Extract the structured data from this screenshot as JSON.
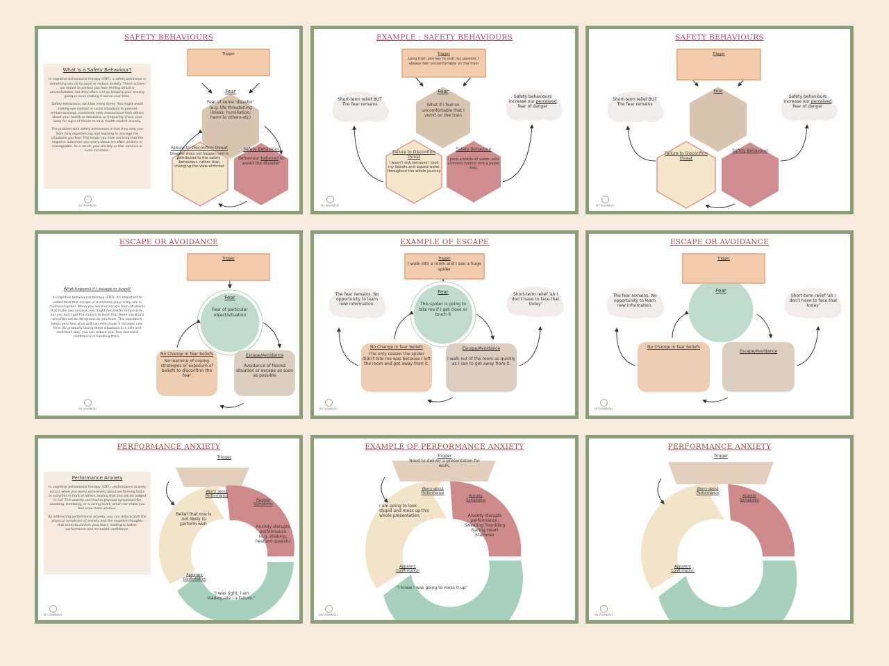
{
  "logo_text": "MY MAMMAH",
  "cards": {
    "sb_blank_a": {
      "title": "SAFETY BEHAVIOURS",
      "trigger_label": "Trigger",
      "panel_heading": "What is a Safety Behaviour?",
      "panel_p1": "In cognitive behavioural therapy (CBT), a safety behaviour is something you do to avoid or reduce anxiety. These actions are meant to protect you from feeling afraid or uncomfortable, but they often end up keeping your anxiety going or even making it worse over time.",
      "panel_p2": "Safety behaviours can take many forms. You might avoid making eye contact in social situations to prevent embarrassment, constantly seek reassurance from others about your health or decisions, or frequently check your body for signs of illness to ease health-related anxiety.",
      "panel_p3": "The problem with safety behaviours is that they stop you from fully experiencing and learning to manage the situations you fear. This keeps you from realising that the negative outcomes you worry about are often unlikely or manageable. As a result, your anxiety or fear remains or even increases.",
      "fear_label": "Fear",
      "fear_text": "Fear of some 'disaster' (e.g. life threatening illness; humiliation; harm to others etc)",
      "failure_label": "Failure to Disconfirm threat",
      "failure_text": "Disaster does not happen and is attributed to the safety behaviour, rather than changing the view of threat",
      "safety_label": "Safety Behaviour",
      "safety_text_pre": "Behaviour ",
      "safety_text_ul": "believed",
      "safety_text_post": " to avoid the disaster"
    },
    "sb_example": {
      "title": "EXAMPLE : SAFETY BEHAVIOURS",
      "trigger_label": "Trigger",
      "trigger_text": "Long train journey to visit my parents. I always feel uncomfortable on the train",
      "left_cloud": "Short-term relief BUT The fear remains",
      "right_cloud_pre": "Safety behaviours increase our ",
      "right_cloud_ul": "perceived",
      "right_cloud_post": " fear of danger",
      "fear_label": "Fear",
      "fear_text": "What if I feel so uncomfortable that I vomit on the train",
      "failure_label": "Failure to Disconfirm threat",
      "failure_text": "I wasn't sick because I took my tablets and sipped water throughout the whole journey",
      "safety_label": "Safety Behaviour",
      "safety_text": "I pack a bottle of water, anti-sickness tablets and a paper bag."
    },
    "sb_blank_b": {
      "title": "SAFETY BEHAVIOURS",
      "trigger_label": "Trigger",
      "left_cloud": "Short-term relief BUT The fear remains",
      "right_cloud_pre": "Safety behaviours increase our ",
      "right_cloud_ul": "perceived",
      "right_cloud_post": " fear of danger",
      "fear_label": "Fear",
      "failure_label": "Failure to Disconfirm threat",
      "safety_label": "Safety Behaviour"
    },
    "ea_blank_a": {
      "title": "ESCAPE OR AVOIDANCE",
      "trigger_label": "Trigger",
      "panel_heading": "What happens if I escape or avoid?",
      "panel_p1": "In cognitive behavioural therapy (CBT), it's important to understand that escape or avoidance plays a big role in maintaining fear. When you avoid or escape from situations that make you anxious, you might feel better temporarily, but you don't get the chance to learn that these situations are often not as dangerous as you think. This avoidance keeps your fear alive and can even make it stronger over time. By gradually facing these situations in a safe and controlled way, you can reduce your fear and build confidence in handling them.",
      "fear_label": "Fear",
      "fear_text": "Fear of particular object/situation",
      "nochange_label": "No Change in fear beliefs",
      "nochange_text": "No learning of coping strategies or exposure of beliefs to disconfirm the fear",
      "escape_label": "Escape/Avoidance",
      "escape_text": "Avoidance of feared situation or escape as soon as possible"
    },
    "ea_example": {
      "title": "EXAMPLE OF ESCAPE",
      "trigger_label": "Trigger",
      "trigger_text": "I walk into a room and I see a huge spider",
      "left_cloud": "The fear remains. No opportunity to learn new information.",
      "right_cloud": "Short-term relief 'ah I don't have to face that today'",
      "fear_label": "Fear",
      "fear_text": "This spider is going to bite me if I get close or touch it",
      "nochange_label": "No Change in fear beliefs",
      "nochange_text": "The only reason the spider didn't bite me was because I left the room and got away from it.",
      "escape_label": "Escape/Avoidance",
      "escape_text": "I walk out of the room as quickly as I can to get away from it."
    },
    "ea_blank_b": {
      "title": "ESCAPE OR AVOIDANCE",
      "trigger_label": "Trigger",
      "left_cloud": "The fear remains. No opportunity to learn new information.",
      "right_cloud": "Short-term relief 'ah I don't have to face that today'",
      "fear_label": "Fear",
      "nochange_label": "No Change in fear beliefs",
      "escape_label": "Escape/Avoidance"
    },
    "pa_blank_a": {
      "title": "PERFORMANCE ANXIETY",
      "trigger_label": "Trigger",
      "panel_heading": "Performance Anxiety",
      "panel_p1": "In cognitive behavioural therapy (CBT), performance anxiety occurs when you worry excessively about performing tasks or activities in front of others, fearing that you will be judged or fail. This anxiety can lead to physical symptoms like sweating, trembling, or a racing heart, which can make you feel even more anxious.",
      "panel_p2": "By addressing performance anxiety, you can reduce both the physical symptoms of anxiety and the negative thoughts that seem to confirm your fears, leading to better performance and increased confidence.",
      "worry_label": "Worry about Performance",
      "worry_text": "Belief that one is not likely to perform well.",
      "symptoms_label": "Anxiety Symptoms",
      "symptoms_text": "Anxiety disrupts performance (e.g. shaking, hesitant speech)",
      "confirm_label": "Apparent Confirmation",
      "confirm_text": "\"I was right, I am inadequate / a failure.\""
    },
    "pa_example": {
      "title": "EXAMPLE OF PERFORMANCE ANXIETY",
      "trigger_label": "Trigger",
      "trigger_text": "Need to deliver a presentation for work.",
      "worry_label": "Worry about Performance",
      "worry_text": "I am going to look stupid and mess up this whole presentation.",
      "symptoms_label": "Anxiety Symptoms",
      "symptoms_text": "Anxiety disrupts performance: Sweating Trembling Racing Heart Stammer",
      "confirm_label": "Apparent Confirmation",
      "confirm_text": "\"I knew I was going to mess it up\""
    },
    "pa_blank_b": {
      "title": "PERFORMANCE ANXIETY",
      "trigger_label": "Trigger",
      "worry_label": "Worry about Performance",
      "symptoms_label": "Anxiety Symptoms",
      "confirm_label": "Apparent Confirmation"
    }
  },
  "colors": {
    "frame": "#8a9e79",
    "title": "#b0434b",
    "trigger_fill": "#f3ccae",
    "fear_hex": "#d9c5b0",
    "failure_hex": "#f6e6cc",
    "safety_hex": "#d08d8f",
    "fear_circle": "#bfdccd",
    "nochange_box": "#efcdb2",
    "escape_box": "#dccfc2",
    "cycle_trigger": "#e4cfbd",
    "cycle_worry": "#f2e3c9",
    "cycle_symptoms": "#cf8b8b",
    "cycle_confirm": "#a7d1bd"
  }
}
